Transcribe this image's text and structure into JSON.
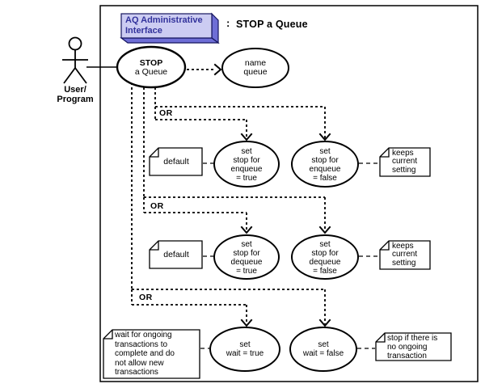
{
  "colors": {
    "background": "#ffffff",
    "line": "#000000",
    "header_face": "#ccccf2",
    "header_shadow": "#6e6ed6",
    "header_border": "#14145e",
    "header_text": "#32329b"
  },
  "header": {
    "tag": "AQ Administrative\nInterface",
    "separator": ":",
    "title": "STOP a Queue"
  },
  "actor": {
    "label": "User/\nProgram"
  },
  "diagram": {
    "main_usecase": {
      "line1": "STOP",
      "line2": "a Queue"
    },
    "name_queue": "name\nqueue",
    "branches": [
      {
        "or": "OR",
        "left_note": "default",
        "true_case": "set\nstop for\nenqueue\n= true",
        "false_case": "set\nstop for\nenqueue\n= false",
        "right_note": "keeps\ncurrent\nsetting"
      },
      {
        "or": "OR",
        "left_note": "default",
        "true_case": "set\nstop for\ndequeue\n= true",
        "false_case": "set\nstop for\ndequeue\n= false",
        "right_note": "keeps\ncurrent\nsetting"
      },
      {
        "or": "OR",
        "left_note": "wait for ongoing\ntransactions to\ncomplete and do\nnot allow new\ntransactions",
        "true_case": "set\nwait = true",
        "false_case": "set\nwait = false",
        "right_note": "stop if there is\nno ongoing\ntransaction"
      }
    ]
  }
}
